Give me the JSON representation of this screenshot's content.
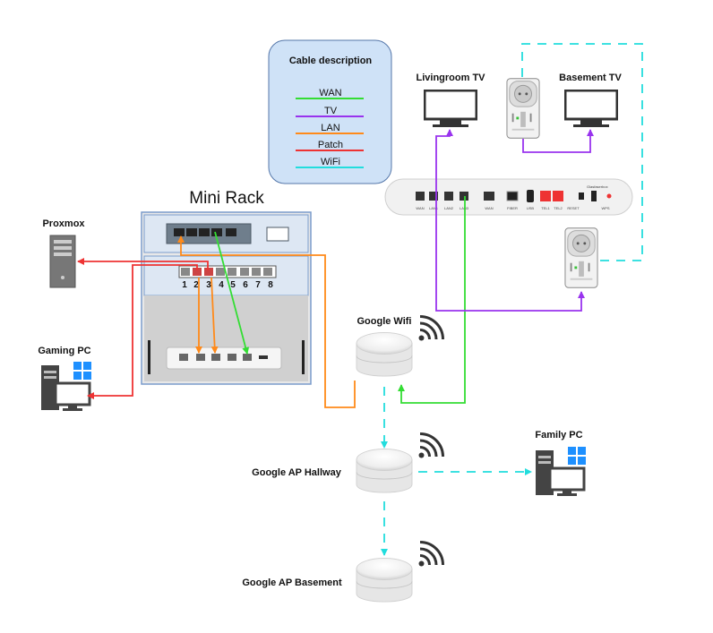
{
  "legend": {
    "title": "Cable description",
    "items": [
      {
        "label": "WAN",
        "color": "#33dd33"
      },
      {
        "label": "TV",
        "color": "#9933ee"
      },
      {
        "label": "LAN",
        "color": "#ff8a1a"
      },
      {
        "label": "Patch",
        "color": "#ee3333"
      },
      {
        "label": "WiFi",
        "color": "#22dddd"
      }
    ]
  },
  "rack": {
    "title": "Mini Rack",
    "patch_numbers": [
      "1",
      "2",
      "3",
      "4",
      "5",
      "6",
      "7",
      "8"
    ]
  },
  "router": {
    "brand": "Glasfaserbox",
    "port_labels": [
      "WAN",
      "LAN1",
      "LAN2",
      "LAN3",
      "WAN",
      "FIBER",
      "USB",
      "TEL1",
      "TEL2",
      "RESET",
      "WPS"
    ]
  },
  "nodes": {
    "proxmox": "Proxmox",
    "gaming_pc": "Gaming PC",
    "livingroom_tv": "Livingroom TV",
    "basement_tv": "Basement TV",
    "google_wifi": "Google Wifi",
    "ap_hallway": "Google AP Hallway",
    "ap_basement": "Google AP Basement",
    "family_pc": "Family PC"
  },
  "colors": {
    "wan": "#33dd33",
    "tv": "#9933ee",
    "lan": "#ff8a1a",
    "patch": "#ee3333",
    "wifi": "#22dddd",
    "legend_bg": "#cfe2f7",
    "legend_border": "#5577aa",
    "rack_bg": "#dde7f3",
    "rack_border": "#7a9ccc"
  },
  "icons": {
    "server": "server-tower-icon",
    "pc": "windows-pc-icon",
    "tv": "monitor-icon",
    "ap": "google-wifi-puck-icon",
    "signal": "wifi-signal-icon",
    "powerline": "powerline-adapter-icon"
  }
}
